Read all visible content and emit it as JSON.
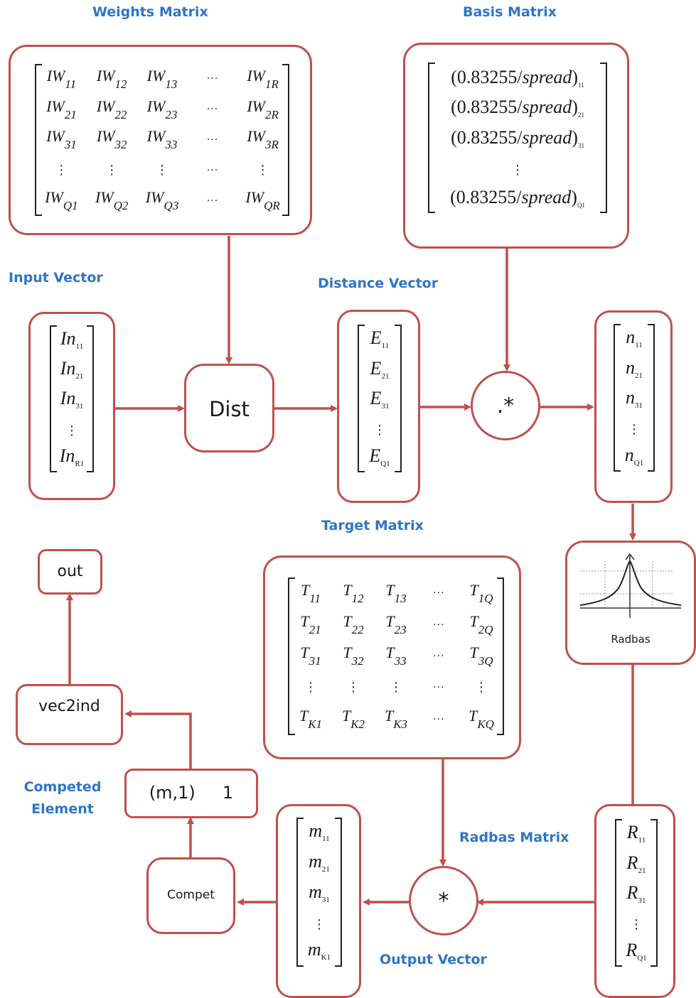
{
  "titles": {
    "weights": "Weights Matrix",
    "basis": "Basis Matrix",
    "input": "Input Vector",
    "distance": "Distance Vector",
    "target": "Target Matrix",
    "competed": "Competed Element",
    "radbas_matrix": "Radbas Matrix",
    "output": "Output Vector"
  },
  "blocks": {
    "dist": "Dist",
    "elementwise": ".*",
    "multiply": "*",
    "radbas": "Radbas",
    "compet": "Compet",
    "vec2ind": "vec2ind",
    "out": "out",
    "competed_value": "(m,1)     1"
  },
  "input_vector": [
    "In",
    "In",
    "In",
    "⋮",
    "In"
  ],
  "input_subs": [
    "11",
    "21",
    "31",
    "",
    "R1"
  ],
  "distance_vector": [
    "E",
    "E",
    "E",
    "⋮",
    "E"
  ],
  "distance_subs": [
    "11",
    "21",
    "31",
    "",
    "Q1"
  ],
  "n_vector": [
    "n",
    "n",
    "n",
    "⋮",
    "n"
  ],
  "n_subs": [
    "11",
    "21",
    "31",
    "",
    "Q1"
  ],
  "radbas_vector": [
    "R",
    "R",
    "R",
    "⋮",
    "R"
  ],
  "radbas_subs": [
    "11",
    "21",
    "31",
    "",
    "Q1"
  ],
  "output_vector": [
    "m",
    "m",
    "m",
    "⋮",
    "m"
  ],
  "output_subs": [
    "11",
    "21",
    "31",
    "",
    "K1"
  ],
  "basis_rows": [
    {
      "text": "(0.83255/",
      "ital": "spread",
      "close": ")",
      "sub": "11"
    },
    {
      "text": "(0.83255/",
      "ital": "spread",
      "close": ")",
      "sub": "21"
    },
    {
      "text": "(0.83255/",
      "ital": "spread",
      "close": ")",
      "sub": "31"
    },
    {
      "text": "⋮",
      "ital": "",
      "close": "",
      "sub": ""
    },
    {
      "text": "(0.83255/",
      "ital": "spread",
      "close": ")",
      "sub": "Q1"
    }
  ],
  "weights_matrix": [
    [
      "IW|11",
      "IW|12",
      "IW|13",
      "···",
      "IW|1R"
    ],
    [
      "IW|21",
      "IW|22",
      "IW|23",
      "···",
      "IW|2R"
    ],
    [
      "IW|31",
      "IW|32",
      "IW|33",
      "···",
      "IW|3R"
    ],
    [
      "⋮",
      "⋮",
      "⋮",
      "···",
      "⋮"
    ],
    [
      "IW|Q1",
      "IW|Q2",
      "IW|Q3",
      "···",
      "IW|QR"
    ]
  ],
  "target_matrix": [
    [
      "T|11",
      "T|12",
      "T|13",
      "···",
      "T|1Q"
    ],
    [
      "T|21",
      "T|22",
      "T|23",
      "···",
      "T|2Q"
    ],
    [
      "T|31",
      "T|32",
      "T|33",
      "···",
      "T|3Q"
    ],
    [
      "⋮",
      "⋮",
      "⋮",
      "···",
      "⋮"
    ],
    [
      "T|K1",
      "T|K2",
      "T|K3",
      "···",
      "T|KQ"
    ]
  ],
  "colors": {
    "edge": "#c0504d",
    "title": "#2e75c9"
  }
}
